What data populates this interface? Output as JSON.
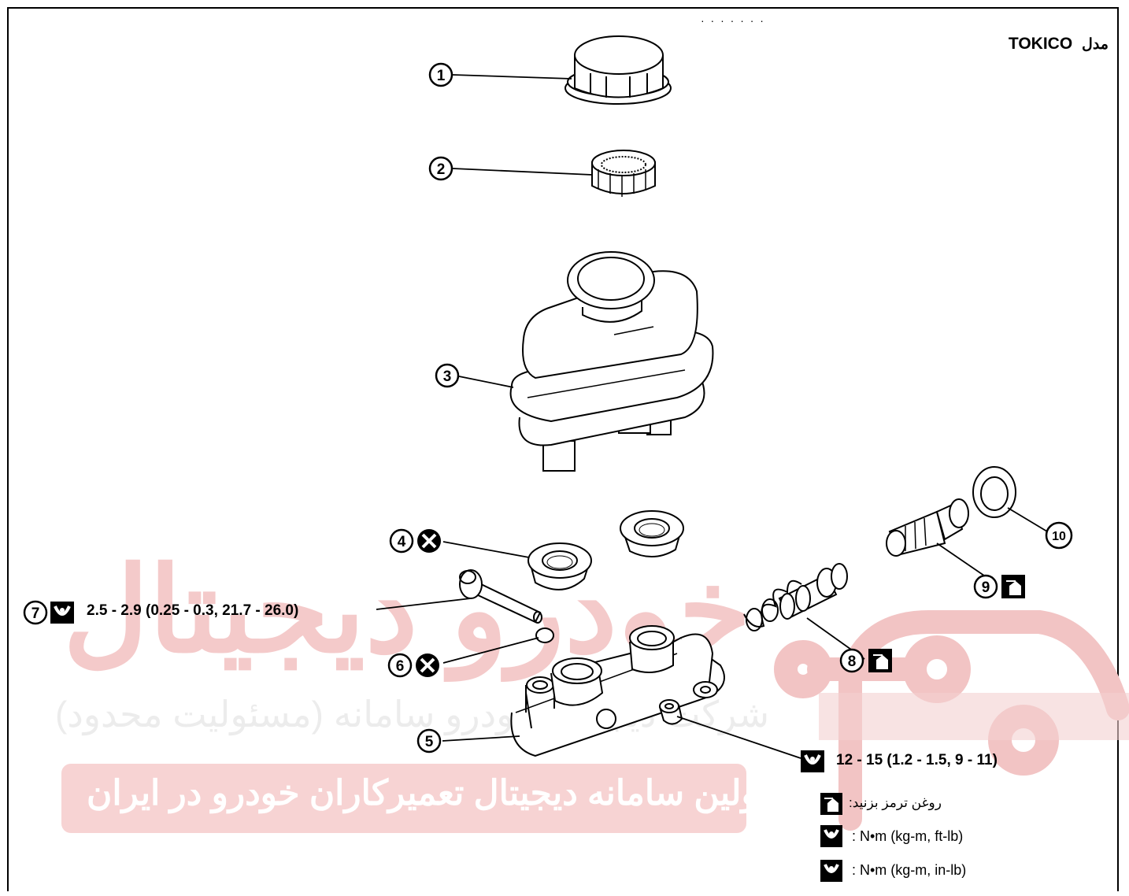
{
  "title": {
    "model_word": "مدل",
    "brand": "TOKICO"
  },
  "top_dots": "· · · · · · ·",
  "callouts": [
    "1",
    "2",
    "3",
    "4",
    "5",
    "6",
    "7",
    "8",
    "9",
    "10"
  ],
  "torque": {
    "item7": "2.5 - 2.9 (0.25 - 0.3, 21.7 - 26.0)",
    "item5": "12 - 15 (1.2 - 1.5, 9 - 11)"
  },
  "legend": {
    "brake_fluid": "روغن ترمز بزنید:",
    "unit_ftlb": ":  N•m  (kg-m,  ft-lb)",
    "unit_inlb": ":  N•m  (kg-m,  in-lb)"
  },
  "watermark": {
    "logo": "خودرو دیجیتال",
    "company": "شرکت دیجیتال خودرو سامانه (مسئولیت محدود)",
    "slogan": "اولین سامانه دیجیتال تعمیرکاران خودرو در ایران"
  },
  "colors": {
    "watermark": "#f2c4c4",
    "watermark_band": "#f7d3d3",
    "ink": "#000000"
  }
}
